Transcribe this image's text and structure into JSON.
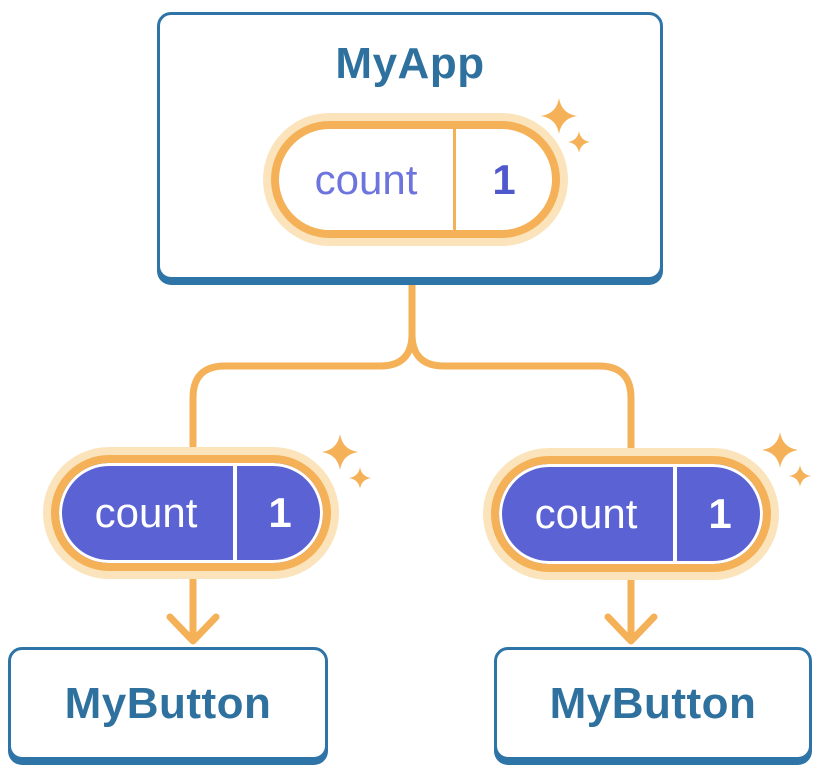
{
  "tree": {
    "root": {
      "label": "MyApp",
      "state": {
        "name": "count",
        "value": "1"
      }
    },
    "children": [
      {
        "label": "MyButton",
        "state": {
          "name": "count",
          "value": "1"
        }
      },
      {
        "label": "MyButton",
        "state": {
          "name": "count",
          "value": "1"
        }
      }
    ]
  },
  "colors": {
    "card_border_blue": "#2E74A6",
    "title_text_blue": "#2F719E",
    "accent_orange": "#F5B157",
    "accent_orange_light": "#FBE4BC",
    "state_pill_purple": "#5B62D3",
    "state_name_purple": "#6D74DE",
    "state_value_indigo": "#5058CE",
    "background": "#FFFFFF"
  }
}
